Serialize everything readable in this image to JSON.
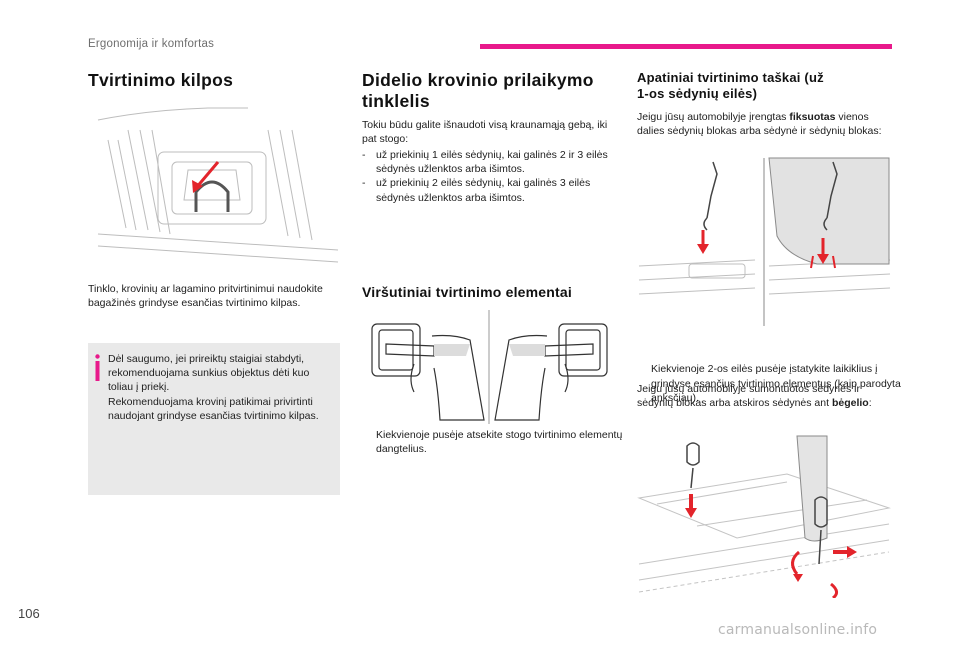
{
  "header": {
    "section": "Ergonomija ir komfortas",
    "accent_color": "#e8198b"
  },
  "page_number": "106",
  "watermark": "carmanualsonline.info",
  "col1": {
    "title": "Tvirtinimo kilpos",
    "body": "Tinklo, krovinių ar lagamino pritvirtinimui naudokite bagažinės grindyse esančias tvirtinimo kilpas.",
    "note": {
      "text1": "Dėl saugumo, jei prireiktų staigiai stabdyti, rekomenduojama sunkius objektus dėti kuo toliau į priekį.",
      "text2": "Rekomenduojama krovinį patikimai privirtinti naudojant grindyse esančias tvirtinimo kilpas."
    }
  },
  "col2": {
    "title_line1": "Didelio krovinio prilaikymo",
    "title_line2": "tinklelis",
    "intro": "Tokiu būdu galite išnaudoti visą kraunamąją gebą, iki pat stogo:",
    "items": [
      {
        "marker": "-",
        "text": "už priekinių 1 eilės sėdynių, kai galinės 2 ir 3 eilės sėdynės užlenktos arba išimtos."
      },
      {
        "marker": "-",
        "text": "už priekinių 2 eilės sėdynių, kai galinės 3 eilės sėdynės užlenktos arba išimtos."
      }
    ],
    "subtitle": "Viršutiniai tvirtinimo elementai",
    "step": {
      "marker": "",
      "text": "Kiekvienoje pusėje atsekite stogo tvirtinimo elementų dangtelius."
    }
  },
  "col3": {
    "title_line1": "Apatiniai tvirtinimo taškai (už",
    "title_line2": "1-os sėdynių eilės)",
    "intro_pre": "Jeigu jūsų automobilyje įrengtas ",
    "intro_bold": "fiksuotas",
    "intro_post": " vienos dalies sėdynių blokas arba sėdynė ir sėdynių blokas:",
    "step": {
      "marker": "",
      "text": "Kiekvienoje 2-os eilės pusėje įstatykite laikiklius į grindyse esančius tvirtinimo elementus (kaip parodyta anksčiau)."
    },
    "para2_pre": "Jeigu jūsų automobilyje sumontuotos sėdynės ir sėdynių blokas arba atskiros sėdynės ant ",
    "para2_bold": "bėgelio",
    "para2_post": ":"
  }
}
